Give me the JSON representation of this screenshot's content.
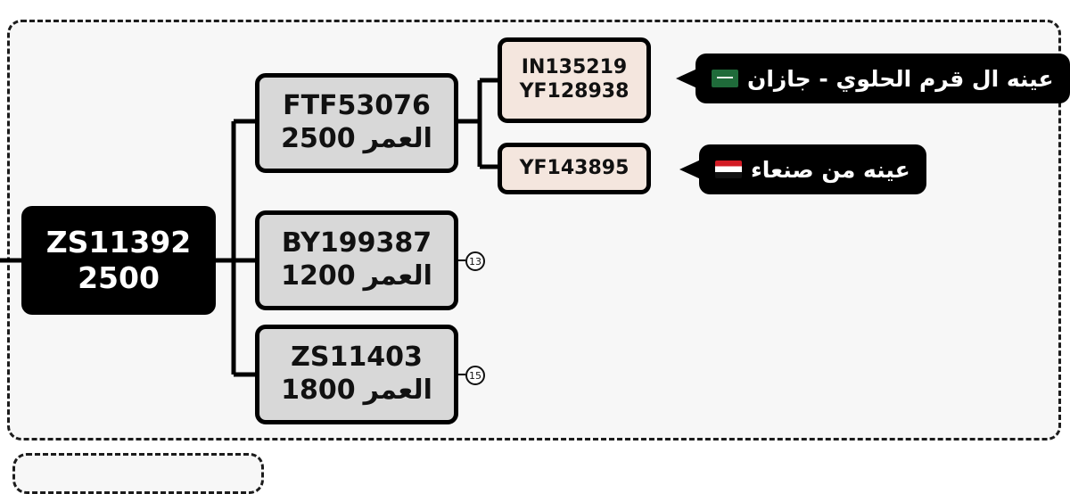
{
  "root": {
    "id": "ZS11392",
    "age": "2500"
  },
  "age_label": "العمر",
  "children": [
    {
      "id": "FTF53076",
      "age": "2500"
    },
    {
      "id": "BY199387",
      "age": "1200",
      "badge": "13"
    },
    {
      "id": "ZS11403",
      "age": "1800",
      "badge": "15"
    }
  ],
  "leaves": [
    {
      "lines": [
        "IN135219",
        "YF128938"
      ],
      "note": "عينه ال قرم الحلوي - جازان",
      "flag": "saudi-flag-icon"
    },
    {
      "lines": [
        "YF143895"
      ],
      "note": "عينه من صنعاء",
      "flag": "yemen-flag-icon"
    }
  ],
  "colors": {
    "node_gray": "#d8d8d8",
    "leaf_peach": "#f4e6de",
    "root_black": "#000000"
  }
}
